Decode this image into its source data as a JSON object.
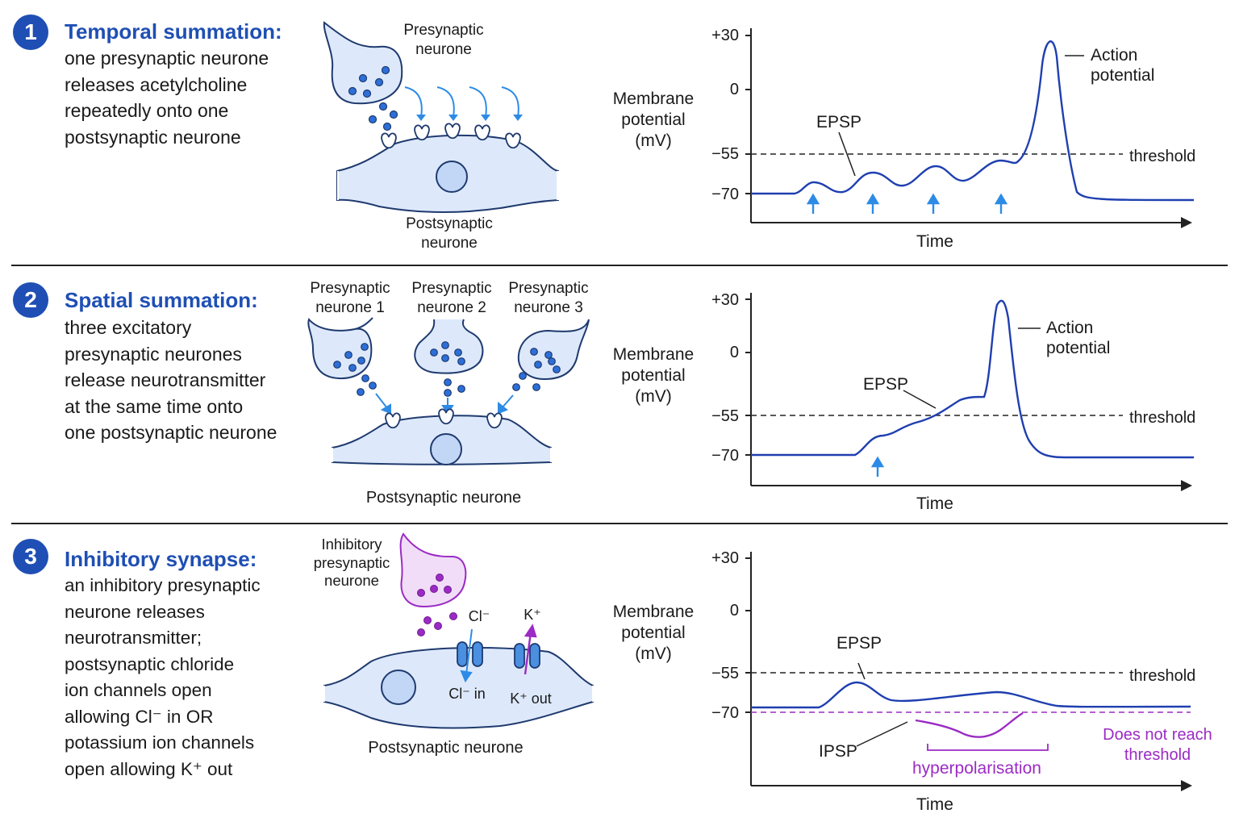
{
  "panels": [
    {
      "num": "1",
      "title": "Temporal summation:",
      "desc": [
        "one presynaptic neurone",
        "releases acetylcholine",
        "repeatedly onto one",
        "postsynaptic neurone"
      ],
      "diagram": {
        "pre_label": [
          "Presynaptic",
          "neurone"
        ],
        "post_label": [
          "Postsynaptic",
          "neurone"
        ]
      },
      "graph": {
        "ylabel": [
          "Membrane",
          "potential",
          "(mV)"
        ],
        "ticks": [
          "+30",
          "0",
          "−55",
          "−70"
        ],
        "xlabel": "Time",
        "threshold": "threshold",
        "epsp": "EPSP",
        "ap": [
          "Action",
          "potential"
        ]
      }
    },
    {
      "num": "2",
      "title": "Spatial summation:",
      "desc": [
        "three excitatory",
        "presynaptic neurones",
        "release neurotransmitter",
        "at the same time onto",
        "one postsynaptic neurone"
      ],
      "diagram": {
        "pre1": [
          "Presynaptic",
          "neurone 1"
        ],
        "pre2": [
          "Presynaptic",
          "neurone 2"
        ],
        "pre3": [
          "Presynaptic",
          "neurone 3"
        ],
        "post_label": "Postsynaptic neurone"
      },
      "graph": {
        "ylabel": [
          "Membrane",
          "potential",
          "(mV)"
        ],
        "ticks": [
          "+30",
          "0",
          "−55",
          "−70"
        ],
        "xlabel": "Time",
        "threshold": "threshold",
        "epsp": "EPSP",
        "ap": [
          "Action",
          "potential"
        ]
      }
    },
    {
      "num": "3",
      "title": "Inhibitory synapse:",
      "desc": [
        "an inhibitory presynaptic",
        "neurone releases",
        "neurotransmitter;",
        "postsynaptic chloride",
        "ion channels open",
        "allowing Cl⁻ in OR",
        "potassium ion channels",
        "open allowing K⁺ out"
      ],
      "diagram": {
        "pre_label": [
          "Inhibitory",
          "presynaptic",
          "neurone"
        ],
        "cl": "Cl⁻",
        "k": "K⁺",
        "cl_in": "Cl⁻ in",
        "k_out": "K⁺ out",
        "post_label": "Postsynaptic neurone"
      },
      "graph": {
        "ylabel": [
          "Membrane",
          "potential",
          "(mV)"
        ],
        "ticks": [
          "+30",
          "0",
          "−55",
          "−70"
        ],
        "xlabel": "Time",
        "threshold": "threshold",
        "epsp": "EPSP",
        "ipsp": "IPSP",
        "hyper": "hyperpolarisation",
        "not_reach": [
          "Does not reach",
          "threshold"
        ]
      }
    }
  ],
  "colors": {
    "title": "#1f4fb4",
    "trace": "#1f3fb0",
    "arrow": "#2d8be6",
    "purple": "#9b2bc4",
    "cell_fill": "#dde9fb",
    "cell_stroke": "#1f3a6e"
  }
}
